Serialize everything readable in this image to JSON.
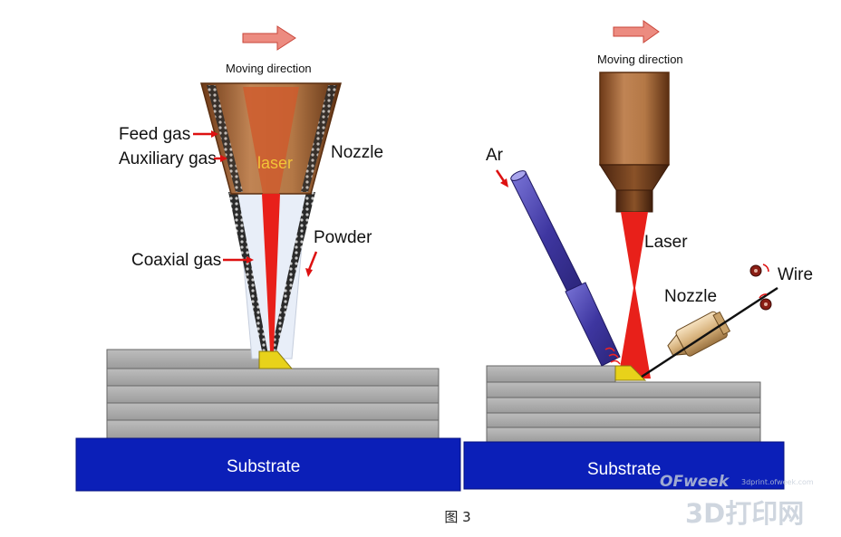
{
  "left_panel": {
    "moving_direction": "Moving direction",
    "feed_gas": "Feed gas",
    "auxiliary_gas": "Auxiliary gas",
    "laser": "laser",
    "nozzle": "Nozzle",
    "powder": "Powder",
    "coaxial_gas": "Coaxial gas",
    "substrate": "Substrate"
  },
  "right_panel": {
    "moving_direction": "Moving direction",
    "ar": "Ar",
    "laser": "Laser",
    "wire": "Wire",
    "nozzle": "Nozzle",
    "substrate": "Substrate"
  },
  "caption": "图 3",
  "watermark": {
    "brand": "OFweek",
    "site": "3dprint.ofweek.com",
    "title": "3D打印网"
  },
  "colors": {
    "substrate": "#0b1fb8",
    "layer": "#a8a8a8",
    "nozzle_copper": "#a2683a",
    "laser_red": "#e0201a",
    "melt_pool": "#e8d21a",
    "arrow": "#e06a5e",
    "ar_tube": "#4a43b0"
  }
}
